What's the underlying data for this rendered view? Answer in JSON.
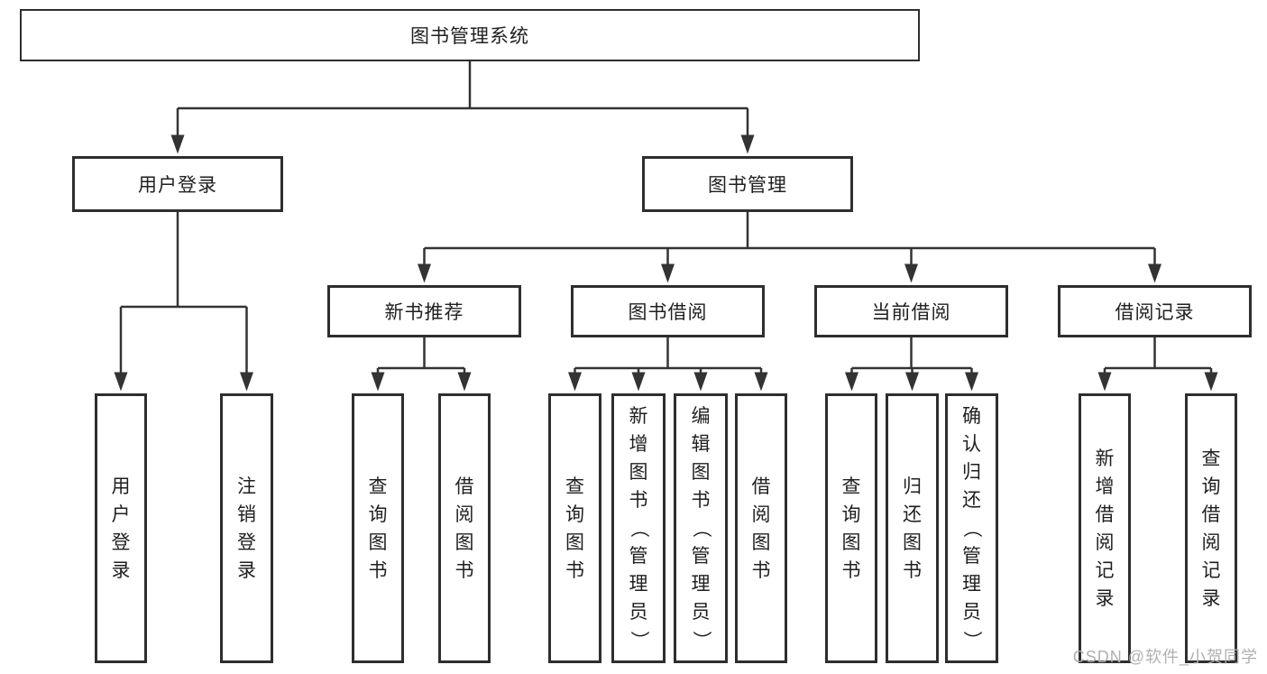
{
  "diagram": {
    "title": "图书管理系统",
    "level2": {
      "user_login": "用户登录",
      "book_management": "图书管理"
    },
    "level3": {
      "new_book_recommend": "新书推荐",
      "book_borrow": "图书借阅",
      "current_borrow": "当前借阅",
      "borrow_record": "借阅记录"
    },
    "leaves": {
      "user_login": [
        "用户登录",
        "注销登录"
      ],
      "new_book_recommend": [
        "查询图书",
        "借阅图书"
      ],
      "book_borrow": [
        "查询图书",
        "新增图书（管理员）",
        "编辑图书（管理员）",
        "借阅图书"
      ],
      "current_borrow": [
        "查询图书",
        "归还图书",
        "确认归还（管理员）"
      ],
      "borrow_record": [
        "新增借阅记录",
        "查询借阅记录"
      ]
    }
  },
  "watermark": "CSDN @软件_小贺同学",
  "colors": {
    "line": "#333333",
    "box_border": "#2e2e2e",
    "text": "#1f1f1f",
    "watermark": "#b0b0b0",
    "background": "#ffffff"
  }
}
